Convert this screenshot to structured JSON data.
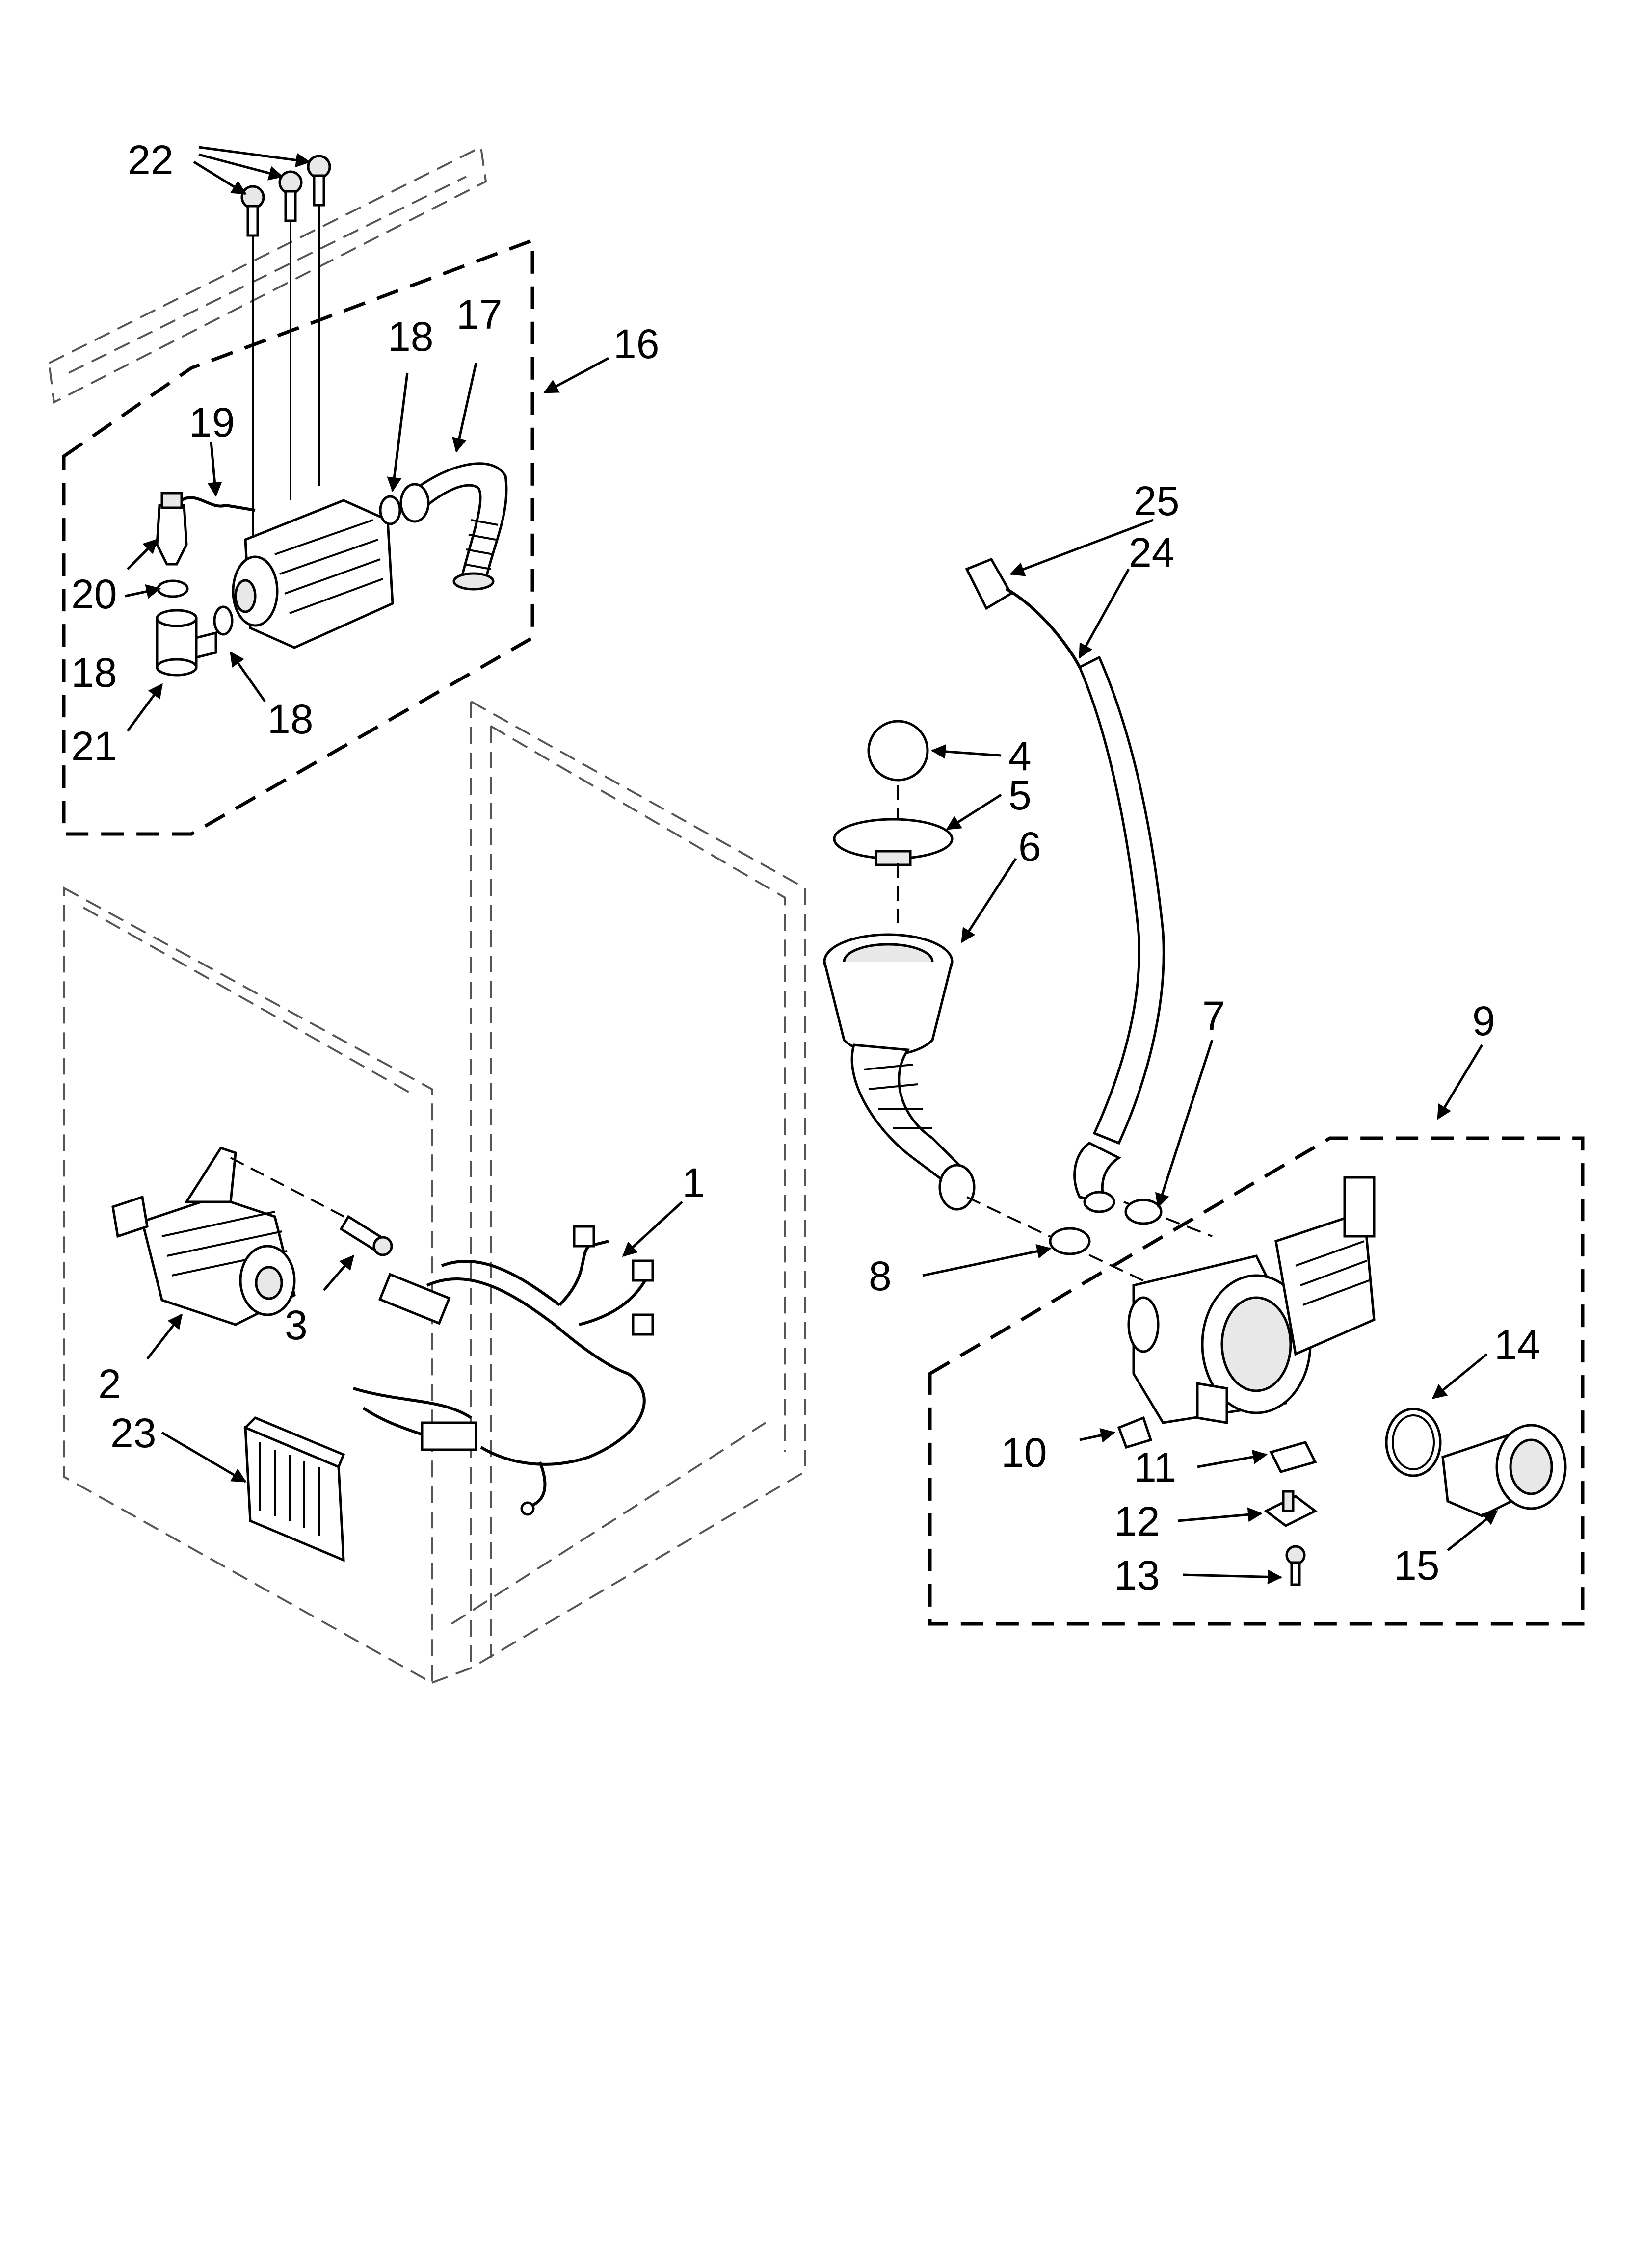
{
  "diagram": {
    "callouts": [
      {
        "id": "c1",
        "text": "1"
      },
      {
        "id": "c2",
        "text": "2"
      },
      {
        "id": "c3",
        "text": "3"
      },
      {
        "id": "c4",
        "text": "4"
      },
      {
        "id": "c5",
        "text": "5"
      },
      {
        "id": "c6",
        "text": "6"
      },
      {
        "id": "c7",
        "text": "7"
      },
      {
        "id": "c8",
        "text": "8"
      },
      {
        "id": "c9",
        "text": "9"
      },
      {
        "id": "c10",
        "text": "10"
      },
      {
        "id": "c11",
        "text": "11"
      },
      {
        "id": "c12",
        "text": "12"
      },
      {
        "id": "c13",
        "text": "13"
      },
      {
        "id": "c14",
        "text": "14"
      },
      {
        "id": "c15",
        "text": "15"
      },
      {
        "id": "c16",
        "text": "16"
      },
      {
        "id": "c17",
        "text": "17"
      },
      {
        "id": "c18a",
        "text": "18"
      },
      {
        "id": "c18b",
        "text": "18"
      },
      {
        "id": "c18c",
        "text": "18"
      },
      {
        "id": "c19",
        "text": "19"
      },
      {
        "id": "c20",
        "text": "20"
      },
      {
        "id": "c21",
        "text": "21"
      },
      {
        "id": "c22",
        "text": "22"
      },
      {
        "id": "c23",
        "text": "23"
      },
      {
        "id": "c24",
        "text": "24"
      },
      {
        "id": "c25",
        "text": "25"
      }
    ]
  }
}
